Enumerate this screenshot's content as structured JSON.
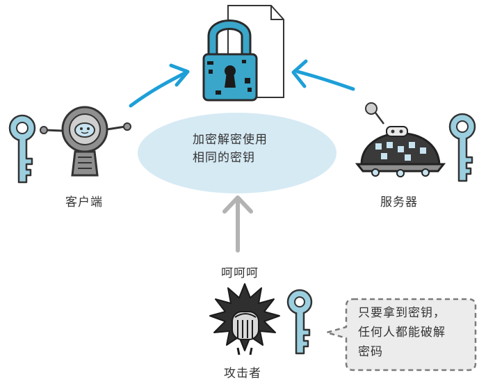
{
  "center": {
    "line1": "加密解密使用",
    "line2": "相同的密钥"
  },
  "labels": {
    "client": "客户端",
    "server": "服务器",
    "attacker": "攻击者",
    "laugh": "呵呵呵"
  },
  "bubble": {
    "line1": "只要拿到密钥，",
    "line2": "任何人都能破解",
    "line3": "密码"
  },
  "colors": {
    "key": "#9bcfe0",
    "arrow_blue": "#1e9fd8",
    "arrow_gray": "#b3b3b3",
    "ellipse": "#d6eaf4",
    "lock": "#3aa6c9"
  },
  "icons": {
    "lock": "padlock-icon",
    "document": "document-icon",
    "key": "key-icon",
    "client": "robot-icon",
    "server": "server-robot-icon",
    "attacker": "attacker-icon"
  }
}
